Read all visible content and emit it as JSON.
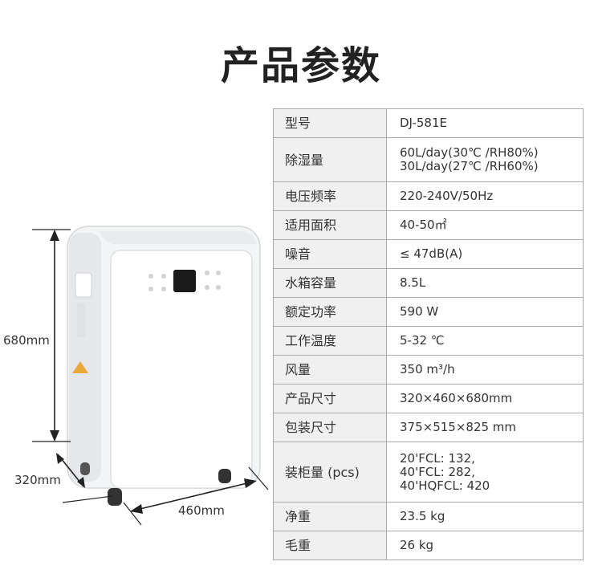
{
  "title": "产品参数",
  "dimensions": {
    "height": "680mm",
    "depth": "320mm",
    "width": "460mm"
  },
  "specs": [
    {
      "key": "型号",
      "value": [
        "DJ-581E"
      ]
    },
    {
      "key": "除湿量",
      "value": [
        "60L/day(30℃ /RH80%)",
        "30L/day(27℃ /RH60%)"
      ]
    },
    {
      "key": "电压频率",
      "value": [
        "220-240V/50Hz"
      ]
    },
    {
      "key": "适用面积",
      "value": [
        "40-50㎡"
      ]
    },
    {
      "key": "噪音",
      "value": [
        "≤ 47dB(A)"
      ]
    },
    {
      "key": "水箱容量",
      "value": [
        "8.5L"
      ]
    },
    {
      "key": "额定功率",
      "value": [
        "590 W"
      ]
    },
    {
      "key": "工作温度",
      "value": [
        "5-32 ℃"
      ]
    },
    {
      "key": "风量",
      "value": [
        "350 m³/h"
      ]
    },
    {
      "key": "产品尺寸",
      "value": [
        "320×460×680mm"
      ]
    },
    {
      "key": "包装尺寸",
      "value": [
        "375×515×825 mm"
      ]
    },
    {
      "key": "装柜量 (pcs)",
      "value": [
        "20'FCL: 132,",
        "40'FCL: 282,",
        "40'HQFCL: 420"
      ]
    },
    {
      "key": "净重",
      "value": [
        "23.5 kg"
      ]
    },
    {
      "key": "毛重",
      "value": [
        "26 kg"
      ]
    }
  ]
}
